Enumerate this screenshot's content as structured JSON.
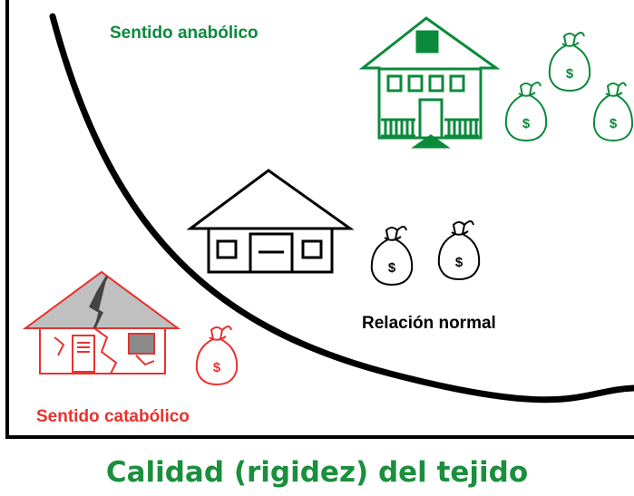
{
  "labels": {
    "anabolic": "Sentido anabólico",
    "normal": "Relación normal",
    "catabolic": "Sentido catabólico",
    "axis_title": "Calidad (rigidez) del tejido"
  },
  "icons": {
    "money_bag_symbol": "$"
  },
  "colors": {
    "anabolic": "#0a8a3a",
    "normal": "#000000",
    "catabolic": "#e8322e",
    "axis_title": "#1a8f3c",
    "catabolic_roof": "#c0c0c0"
  }
}
